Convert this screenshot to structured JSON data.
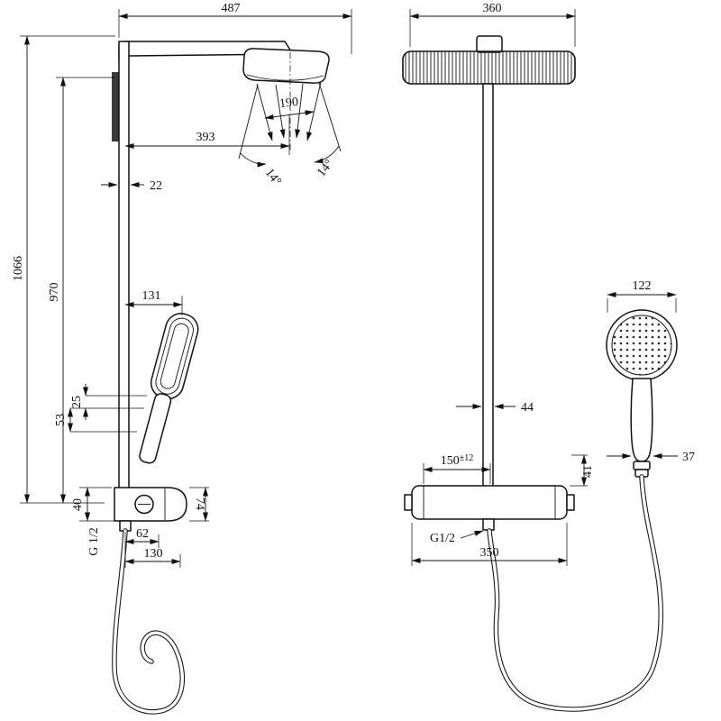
{
  "drawing": {
    "front_view": {
      "overall_width": "487",
      "total_height": "1066",
      "bar_height": "970",
      "spray_width": "190",
      "head_reach": "393",
      "pipe_diameter": "22",
      "spray_angle_left": "14°",
      "spray_angle_right": "14°",
      "handshower_offset": "131",
      "offset_25": "25",
      "offset_53": "53",
      "bracket_height": "40",
      "bracket_depth": "74",
      "hose_offset": "62",
      "connection_thread": "G 1/2",
      "holder_offset": "130"
    },
    "side_view": {
      "head_depth": "360",
      "pipe_depth": "44",
      "valve_offset_value": "150",
      "valve_offset_tolerance": "±12",
      "valve_end_height": "41",
      "connection_thread": "G1/2",
      "valve_width": "350",
      "handshower_diameter": "122",
      "handle_depth": "37"
    }
  }
}
